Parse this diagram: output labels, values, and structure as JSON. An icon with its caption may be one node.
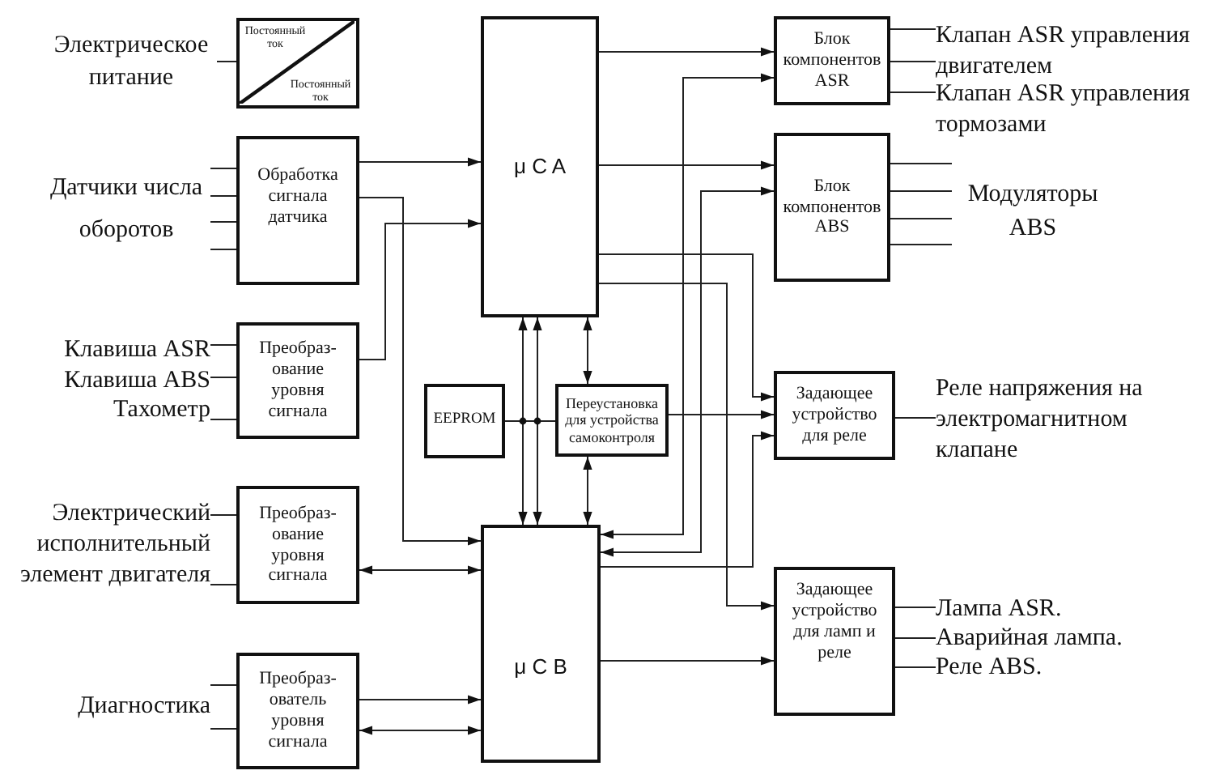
{
  "diagram": {
    "nodes": [
      {
        "text": [
          "Постоянный ток",
          "Постоянный ток"
        ]
      },
      {
        "text": [
          "Обработка сигнала датчика"
        ]
      },
      {
        "text": [
          "Преобраз- ование уровня сигнала"
        ]
      },
      {
        "text": [
          "Преобраз- ование уровня сигнала"
        ]
      },
      {
        "text": [
          "Преобраз- ователь уровня сигнала"
        ]
      },
      {
        "text": [
          "μ C A"
        ]
      },
      {
        "text": [
          "EEPROM"
        ]
      },
      {
        "text": [
          "Переустановка для устройства самоконтроля"
        ]
      },
      {
        "text": [
          "μ C B"
        ]
      },
      {
        "text": [
          "Блок компонентов ASR"
        ]
      },
      {
        "text": [
          "Блок компонентов ABS"
        ]
      },
      {
        "text": [
          "Задающее устройство для реле"
        ]
      },
      {
        "text": [
          "Задающее устройство для ламп и реле"
        ]
      },
      {
        "text": [
          "Электрическое питание"
        ]
      },
      {
        "text": [
          "Датчики числа оборотов"
        ]
      },
      {
        "text": [
          "Клавиша ASR"
        ]
      },
      {
        "text": [
          "Клавиша ABS"
        ]
      },
      {
        "text": [
          "Тахометр"
        ]
      },
      {
        "text": [
          "Электрический исполнительный элемент двигателя"
        ]
      },
      {
        "text": [
          "Диагностика"
        ]
      },
      {
        "text": [
          "Клапан ASR управления двигателем"
        ]
      },
      {
        "text": [
          "Клапан ASR управления тормозами"
        ]
      },
      {
        "text": [
          "Модуляторы ABS"
        ]
      },
      {
        "text": [
          "Реле напряжения на электромагнитном клапане"
        ]
      },
      {
        "text": [
          "Лампа ASR."
        ]
      },
      {
        "text": [
          "Аварийная лампа."
        ]
      },
      {
        "text": [
          "Реле ABS."
        ]
      }
    ],
    "edges": [
      {
        "from": 1,
        "to": 5,
        "arrow": "to"
      },
      {
        "from": 1,
        "to": 8,
        "arrow": "to"
      },
      {
        "from": 2,
        "to": 5,
        "arrow": "to"
      },
      {
        "from": 3,
        "to": 8,
        "arrow": "both"
      },
      {
        "from": 4,
        "to": 8,
        "arrow": "to"
      },
      {
        "from": 4,
        "to": 8,
        "arrow": "both"
      },
      {
        "from": 5,
        "to": 9,
        "arrow": "to"
      },
      {
        "from": 5,
        "to": 10,
        "arrow": "to"
      },
      {
        "from": 5,
        "to": 11,
        "arrow": "to"
      },
      {
        "from": 5,
        "to": 12,
        "arrow": "to"
      },
      {
        "from": 8,
        "to": 9,
        "arrow": "both"
      },
      {
        "from": 8,
        "to": 10,
        "arrow": "both"
      },
      {
        "from": 8,
        "to": 11,
        "arrow": "to"
      },
      {
        "from": 8,
        "to": 12,
        "arrow": "to"
      },
      {
        "from": 7,
        "to": 11,
        "arrow": "to"
      },
      {
        "from": 5,
        "to": 8,
        "arrow": "both"
      },
      {
        "from": 5,
        "to": 8,
        "arrow": "both"
      },
      {
        "from": 5,
        "to": 7,
        "arrow": "both"
      },
      {
        "from": 7,
        "to": 8,
        "arrow": "both"
      },
      {
        "from": 6,
        "to": 7,
        "arrow": "none"
      },
      {
        "from": 13,
        "to": 0,
        "arrow": "none"
      },
      {
        "from": 14,
        "to": 1,
        "arrow": "none"
      },
      {
        "from": 14,
        "to": 1,
        "arrow": "none"
      },
      {
        "from": 14,
        "to": 1,
        "arrow": "none"
      },
      {
        "from": 14,
        "to": 1,
        "arrow": "none"
      },
      {
        "from": 15,
        "to": 2,
        "arrow": "none"
      },
      {
        "from": 16,
        "to": 2,
        "arrow": "none"
      },
      {
        "from": 17,
        "to": 2,
        "arrow": "none"
      },
      {
        "from": 18,
        "to": 3,
        "arrow": "none"
      },
      {
        "from": 18,
        "to": 3,
        "arrow": "none"
      },
      {
        "from": 19,
        "to": 4,
        "arrow": "none"
      },
      {
        "from": 19,
        "to": 4,
        "arrow": "none"
      },
      {
        "from": 9,
        "to": 20,
        "arrow": "none"
      },
      {
        "from": 9,
        "to": 20,
        "arrow": "none"
      },
      {
        "from": 9,
        "to": 21,
        "arrow": "none"
      },
      {
        "from": 10,
        "to": 22,
        "arrow": "none"
      },
      {
        "from": 10,
        "to": 22,
        "arrow": "none"
      },
      {
        "from": 10,
        "to": 22,
        "arrow": "none"
      },
      {
        "from": 10,
        "to": 22,
        "arrow": "none"
      },
      {
        "from": 11,
        "to": 23,
        "arrow": "none"
      },
      {
        "from": 12,
        "to": 24,
        "arrow": "none"
      },
      {
        "from": 12,
        "to": 25,
        "arrow": "none"
      },
      {
        "from": 12,
        "to": 26,
        "arrow": "none"
      }
    ]
  }
}
